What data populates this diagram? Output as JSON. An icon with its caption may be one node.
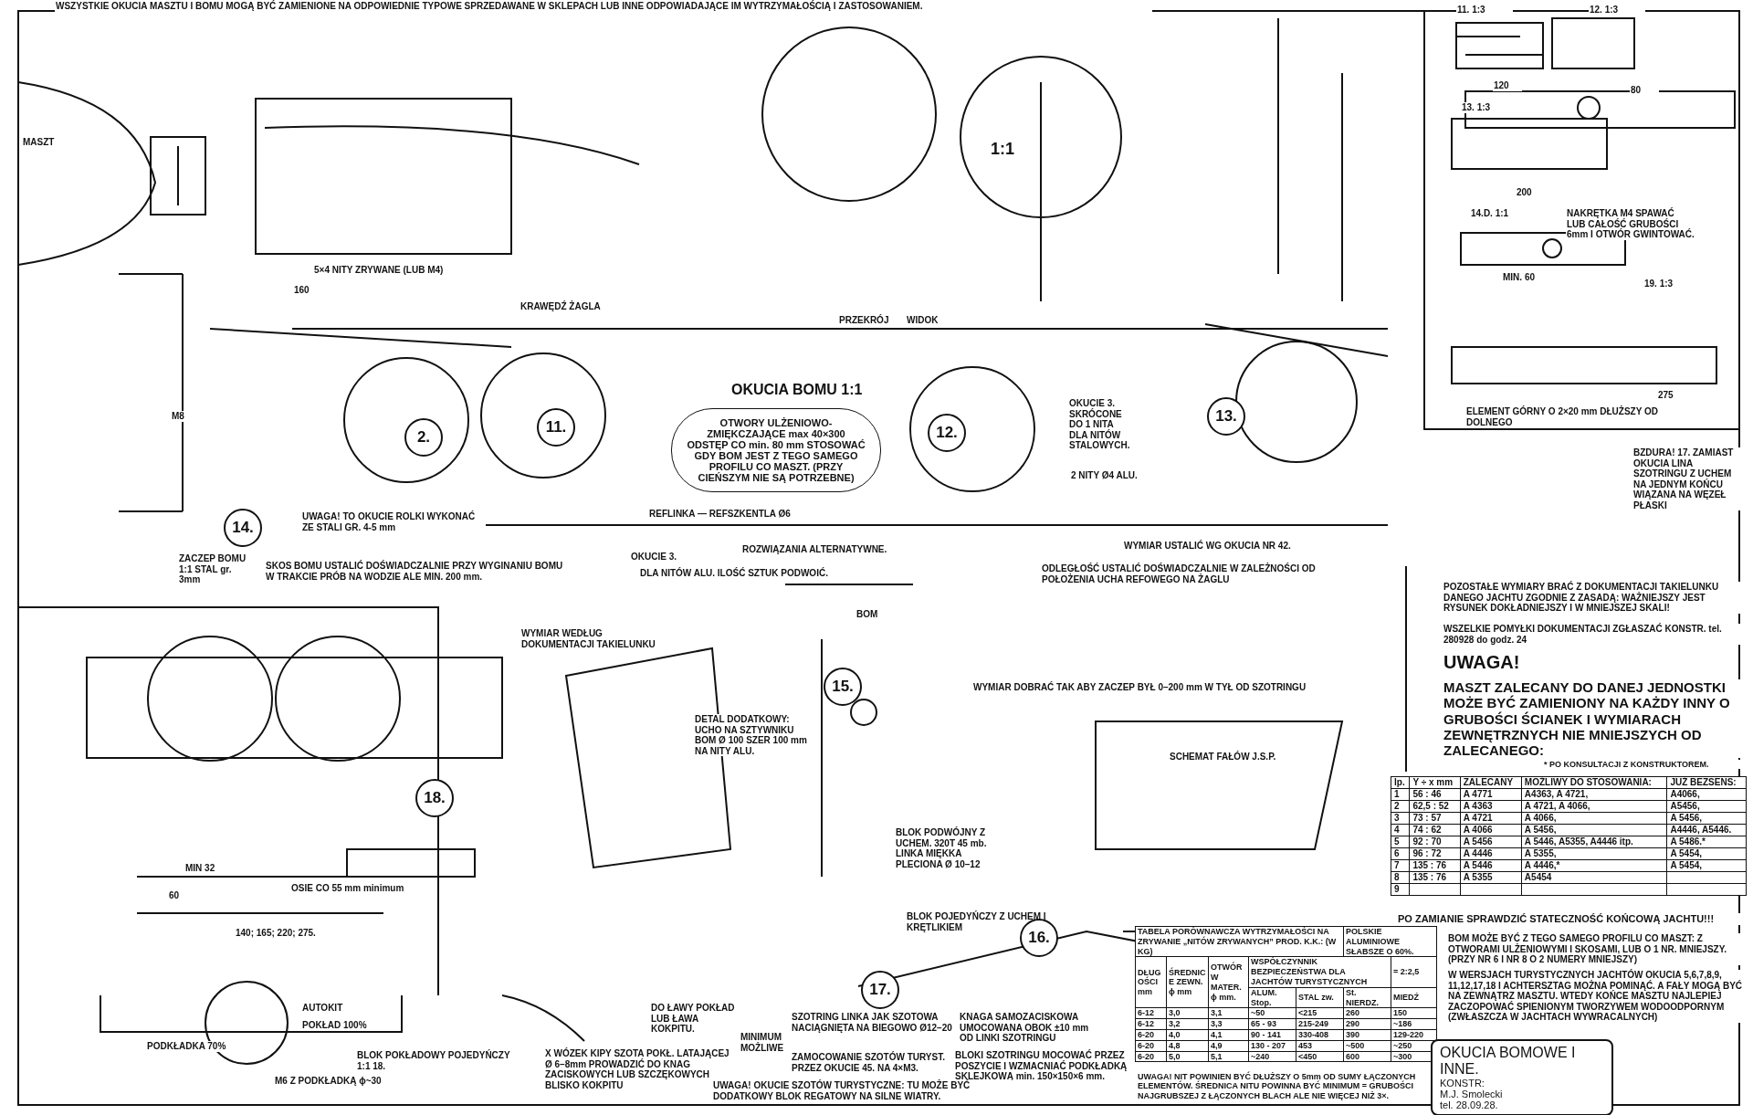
{
  "diagram": {
    "nodes": [
      {
        "text": [
          "OTWORY ULŻENIOWO-ZMIĘKCZAJĄCE max 40×300 ODSTĘP CO min. 80 mm STOSOWAĆ GDY BOM JEST Z TEGO SAMEGO PROFILU CO MASZT. (PRZY CIEŃSZYM NIE SĄ POTRZEBNE)"
        ]
      },
      {
        "text": [
          "2."
        ]
      },
      {
        "text": [
          "11."
        ]
      },
      {
        "text": [
          "12."
        ]
      },
      {
        "text": [
          "13."
        ]
      },
      {
        "text": [
          "14."
        ]
      },
      {
        "text": [
          "15."
        ]
      },
      {
        "text": [
          "16."
        ]
      },
      {
        "text": [
          "17."
        ]
      },
      {
        "text": [
          "18."
        ]
      },
      {
        "text": [
          "OKUCIA BOMOWE I INNE.",
          "KONSTR:",
          "M.J. Smolecki",
          "tel. 28.09.28."
        ]
      }
    ],
    "labels": [
      "WSZYSTKIE OKUCIA MASZTU I BOMU MOGĄ BYĆ ZAMIENIONE NA ODPOWIEDNIE TYPOWE SPRZEDAWANE W SKLEPACH LUB INNE ODPOWIADAJĄCE IM WYTRZYMAŁOŚCIĄ I ZASTOSOWANIEM.",
      "MASZT",
      "5×4 NITY ZRYWANE (LUB M4)",
      "160",
      "KRAWĘDŹ ŻAGLA",
      "PRZEKRÓJ",
      "WIDOK",
      "1:1",
      "OKUCIA BOMU 1:1",
      "M8",
      "UWAGA! TO OKUCIE ROLKI WYKONAĆ ZE STALI GR. 4-5 mm",
      "ZACZEP BOMU 1:1 STAL gr. 3mm",
      "SKOS BOMU USTALIĆ DOŚWIADCZALNIE PRZY WYGINANIU BOMU W TRAKCIE PRÓB NA WODZIE ALE MIN. 200 mm.",
      "REFLINKA — REFSZKENTLA Ø6",
      "ROZWIĄZANIA ALTERNATYWNE.",
      "OKUCIE 3.",
      "DLA NITÓW ALU. ILOŚĆ SZTUK PODWOIĆ.",
      "OKUCIE 3. SKRÓCONE DO 1 NITA DLA NITÓW STALOWYCH.",
      "2 NITY Ø4 ALU.",
      "WYMIAR USTALIĆ WG OKUCIA NR 42.",
      "ODLEGŁOŚĆ USTALIĆ DOŚWIADCZALNIE W ZALEŻNOŚCI OD POŁOŻENIA UCHA REFOWEGO NA ŻAGLU",
      "WYMIAR WEDŁUG DOKUMENTACJI TAKIELUNKU",
      "BOM",
      "WYMIAR DOBRAĆ TAK ABY ZACZEP BYŁ 0–200 mm W TYŁ OD SZOTRINGU",
      "BLOK PODWÓJNY Z UCHEM. 320T 45 mb. LINKA MIĘKKA PLECIONA Ø 10–12",
      "BLOK POJEDYŃCZY Z UCHEM I KRĘTLIKIEM",
      "DETAL DODATKOWY: UCHO NA SZTYWNIKU BOM Ø 100 SZER 100 mm NA NITY ALU.",
      "SCHEMAT FAŁÓW J.S.P.",
      "BZDURA! 17. ZAMIAST OKUCIA LINA SZOTRINGU Z UCHEM NA JEDNYM KOŃCU WIĄZANA NA WĘZEŁ PŁASKI",
      "11. 1:3",
      "120",
      "12. 1:3",
      "80",
      "13. 1:3",
      "200",
      "14.D. 1:1",
      "NAKRĘTKA M4 SPAWAĆ LUB CAŁOŚĆ GRUBOŚCI 6mm I OTWÓR GWINTOWAĆ.",
      "MIN. 60",
      "19. 1:3",
      "275",
      "ELEMENT GÓRNY O 2×20 mm DŁUŻSZY OD DOLNEGO",
      "OSIE CO 55 mm minimum",
      "MIN 32",
      "60",
      "140; 165; 220; 275.",
      "AUTOKIT",
      "POKŁAD 100%",
      "PODKŁADKA 70%",
      "M6 Z PODKŁADKĄ ϕ~30",
      "BLOK POKŁADOWY POJEDYŃCZY 1:1 18.",
      "X WÓZEK KIPY SZOTA POKŁ. LATAJĄCEJ Ø 6–8mm PROWADZIĆ DO KNAG ZACISKOWYCH LUB SZCZĘKOWYCH BLISKO KOKPITU",
      "DO ŁAWY POKŁAD LUB ŁAWA KOKPITU.",
      "MINIMUM MOŻLIWE",
      "SZOTRING LINKA JAK SZOTOWA NACIĄGNIĘTA NA BIEGOWO Ø12–20",
      "ZAMOCOWANIE SZOTÓW TURYST. PRZEZ OKUCIE 45. NA 4×M3.",
      "KNAGA SAMOZACISKOWA UMOCOWANA OBOK ±10 mm OD LINKI SZOTRINGU",
      "BLOKI SZOTRINGU MOCOWAĆ PRZEZ POSZYCIE I WZMACNIAĆ PODKŁADKĄ SKLEJKOWĄ min. 150×150×6 mm.",
      "UWAGA! OKUCIE SZOTÓW TURYSTYCZNE: TU MOŻE BYĆ DODATKOWY BLOK REGATOWY NA SILNE WIATRY.",
      "POZOSTAŁE WYMIARY BRAĆ Z DOKUMENTACJI TAKIELUNKU DANEGO JACHTU ZGODNIE Z ZASADĄ: **WAŻNIEJSZY** JEST RYSUNEK DOKŁADNIEJSZY I W MNIEJSZEJ SKALI!",
      "WSZELKIE POMYŁKI DOKUMENTACJI ZGŁASZAĆ KONSTR. tel. 280928 do godz. 24",
      "UWAGA!",
      "MASZT ZALECANY DO DANEJ JEDNOSTKI MOŻE BYĆ ZAMIENIONY NA KAŻDY INNY O GRUBOŚCI ŚCIANEK I WYMIARACH ZEWNĘTRZNYCH NIE MNIEJSZYCH OD ZALECANEGO:",
      "* PO KONSULTACJI Z KONSTRUKTOREM.",
      "lp.",
      "Y ÷ x mm",
      "ZALECANY",
      "MOŻLIWY DO STOSOWANIA:",
      "JUŻ BEZSENS:",
      "1",
      "56 : 46",
      "A 4771",
      "A4363, A 4721,",
      "A4066,",
      "2",
      "62,5 : 52",
      "A 4363",
      "A 4721, A 4066,",
      "A5456,",
      "3",
      "73 : 57",
      "A 4721",
      "A 4066,",
      "A 5456,",
      "4",
      "74 : 62",
      "A 4066",
      "A 5456,",
      "A4446, A5446.",
      "5",
      "92 : 70",
      "A 5456",
      "A 5446, A5355, A4446 itp.",
      "A 5486.*",
      "6",
      "96 : 72",
      "A 4446",
      "A 5355,",
      "A 5454,",
      "7",
      "135 : 76",
      "A 5446",
      "A 4446,*",
      "A 5454,",
      "8",
      "135 : 76",
      "A 5355",
      "A5454",
      "9",
      "PO ZAMIANIE SPRAWDZIĆ STATECZNOŚĆ KOŃCOWĄ JACHTU!!!",
      "TABELA PORÓWNAWCZA WYTRZYMAŁOŚCI NA ZRYWANIE „NITÓW ZRYWANYCH” PROD. K.K.: (W KG)",
      "POLSKIE ALUMINIOWE SŁABSZE O 60%.",
      "DŁUGOŚCI mm",
      "ŚREDNICE ZEWN. ϕ mm",
      "OTWÓR W MATER. ϕ mm.",
      "WSPÓŁCZYNNIK BEZPIECZEŃSTWA DLA JACHTÓW TURYSTYCZNYCH",
      "= 2:2,5",
      "ALUM. Stop.",
      "STAL zw.",
      "St. NIERDZ.",
      "MIEDŹ",
      "6-12",
      "3,0",
      "3,1",
      "~50",
      "<215",
      "260",
      "150",
      "6-12",
      "3,2",
      "3,3",
      "65 - 93",
      "215-249",
      "290",
      "~186",
      "6-20",
      "4,0",
      "4,1",
      "90 - 141",
      "330-408",
      "390",
      "129-220",
      "6-20",
      "4,8",
      "4,9",
      "130 - 207",
      "453",
      "~500",
      "~250",
      "6-20",
      "5,0",
      "5,1",
      "~240",
      "<450",
      "600",
      "~300",
      "UWAGA! NIT POWINIEN BYĆ DŁUŻSZY O 5mm OD SUMY ŁĄCZONYCH ELEMENTÓW. ŚREDNICA NITU POWINNA BYĆ MINIMUM = GRUBOŚCI NAJGRUBSZEJ Z ŁĄCZONYCH BLACH ALE NIE WIĘCEJ NIŻ 3×.",
      "BOM MOŻE BYĆ Z TEGO SAMEGO PROFILU CO MASZT: Z OTWORAMI ULŻENIOWYMI I SKOSAMI, LUB O 1 NR. MNIEJSZY. (PRZY NR 6 I NR 8 O 2 NUMERY MNIEJSZY)",
      "W WERSJACH TURYSTYCZNYCH JACHTÓW OKUCIA 5,6,7,8,9, 11,12,17,18 I ACHTERSZTAG MOŻNA POMINĄĆ. A FAŁY MOGĄ BYĆ NA ZEWNĄTRZ MASZTU. WTEDY KOŃCE MASZTU NAJLEPIEJ ZACZOPOWAĆ SPIENIONYM TWORZYWEM WODOODPORNYM (ZWŁASZCZA W JACHTACH WYWRACALNYCH)"
    ]
  }
}
